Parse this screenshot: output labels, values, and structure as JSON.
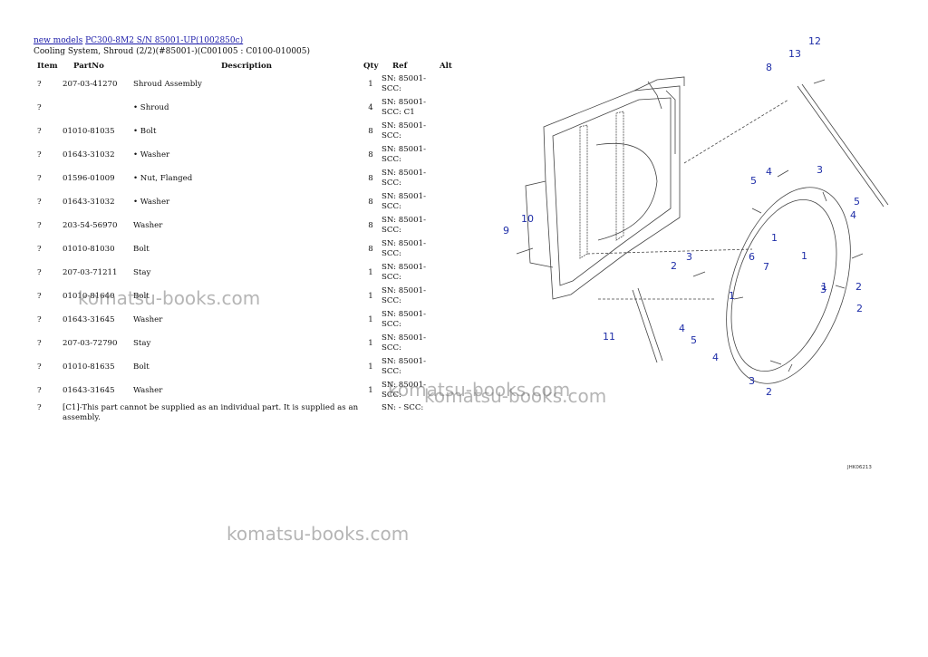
{
  "breadcrumb": {
    "link1": "new models",
    "link2": "PC300-8M2 S/N 85001-UP(1002850c)"
  },
  "subtitle": "Cooling System, Shroud (2/2)(#85001-)(C001005 : C0100-010005)",
  "table": {
    "headers": {
      "item": "Item",
      "partno": "PartNo",
      "description": "Description",
      "qty": "Qty",
      "ref": "Ref",
      "alt": "Alt"
    },
    "rows": [
      {
        "item": "?",
        "partno": "207-03-41270",
        "description": "Shroud Assembly",
        "qty": "1",
        "ref": "SN: 85001- SCC:"
      },
      {
        "item": "?",
        "partno": "",
        "description": "• Shroud",
        "qty": "4",
        "ref": "SN: 85001- SCC: C1"
      },
      {
        "item": "?",
        "partno": "01010-81035",
        "description": "• Bolt",
        "qty": "8",
        "ref": "SN: 85001- SCC:"
      },
      {
        "item": "?",
        "partno": "01643-31032",
        "description": "• Washer",
        "qty": "8",
        "ref": "SN: 85001- SCC:"
      },
      {
        "item": "?",
        "partno": "01596-01009",
        "description": "• Nut, Flanged",
        "qty": "8",
        "ref": "SN: 85001- SCC:"
      },
      {
        "item": "?",
        "partno": "01643-31032",
        "description": "• Washer",
        "qty": "8",
        "ref": "SN: 85001- SCC:"
      },
      {
        "item": "?",
        "partno": "203-54-56970",
        "description": "Washer",
        "qty": "8",
        "ref": "SN: 85001- SCC:"
      },
      {
        "item": "?",
        "partno": "01010-81030",
        "description": "Bolt",
        "qty": "8",
        "ref": "SN: 85001- SCC:"
      },
      {
        "item": "?",
        "partno": "207-03-71211",
        "description": "Stay",
        "qty": "1",
        "ref": "SN: 85001- SCC:"
      },
      {
        "item": "?",
        "partno": "01010-81640",
        "description": "Bolt",
        "qty": "1",
        "ref": "SN: 85001- SCC:"
      },
      {
        "item": "?",
        "partno": "01643-31645",
        "description": "Washer",
        "qty": "1",
        "ref": "SN: 85001- SCC:"
      },
      {
        "item": "?",
        "partno": "207-03-72790",
        "description": "Stay",
        "qty": "1",
        "ref": "SN: 85001- SCC:"
      },
      {
        "item": "?",
        "partno": "01010-81635",
        "description": "Bolt",
        "qty": "1",
        "ref": "SN: 85001- SCC:"
      },
      {
        "item": "?",
        "partno": "01643-31645",
        "description": "Washer",
        "qty": "1",
        "ref": "SN: 85001- SCC:"
      }
    ],
    "note": {
      "item": "?",
      "description": "[C1]-This part cannot be supplied as an individual part. It is supplied as an assembly.",
      "ref": "SN: - SCC:"
    }
  },
  "watermark": "komatsu-books.com",
  "diagram": {
    "code": "JHK06213",
    "callouts": [
      "12",
      "13",
      "8",
      "10",
      "9",
      "2",
      "4",
      "3",
      "5",
      "4",
      "5",
      "1",
      "1",
      "3",
      "6",
      "7",
      "2",
      "1",
      "1",
      "3",
      "2",
      "4",
      "5",
      "11",
      "4",
      "3",
      "2"
    ],
    "colors": {
      "callout": "#1f2ea8",
      "line": "#444444"
    }
  }
}
